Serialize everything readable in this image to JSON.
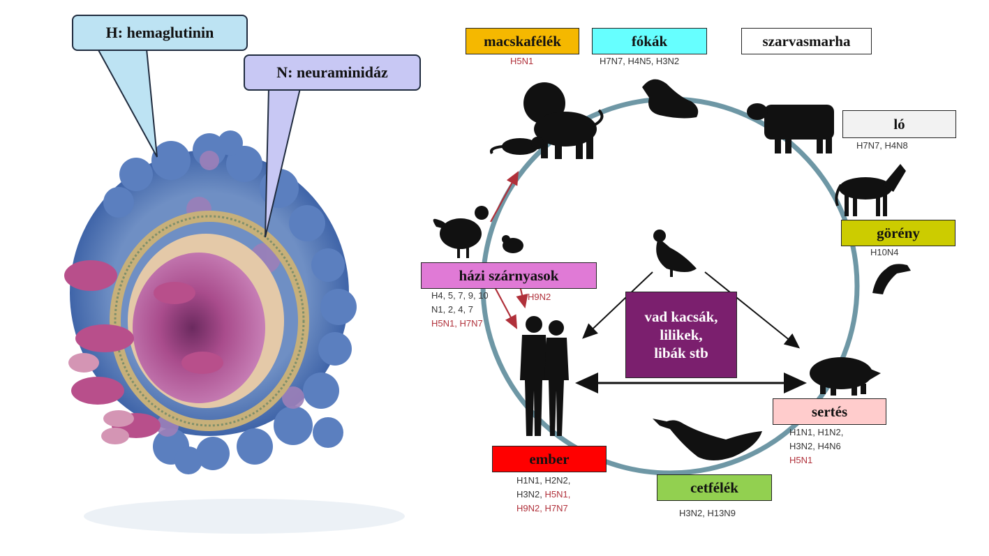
{
  "callouts": {
    "hemagglutinin": "H: hemaglutinin",
    "neuraminidase": "N: neuraminidáz"
  },
  "hosts": {
    "felines": {
      "label": "macskafélék",
      "color": "#f5b800",
      "subtypes_red": "H5N1"
    },
    "seals": {
      "label": "fókák",
      "color": "#66ffff",
      "subtypes": "H7N7, H4N5, H3N2"
    },
    "cattle": {
      "label": "szarvasmarha",
      "color": "#ffffff"
    },
    "horse": {
      "label": "ló",
      "color": "#f2f2f2",
      "subtypes": "H7N7, H4N8"
    },
    "ferret": {
      "label": "görény",
      "color": "#cccc00",
      "subtypes": "H10N4"
    },
    "poultry": {
      "label": "házi szárnyasok",
      "color": "#e07ad6",
      "line1": "H4, 5, 7, 9, 10",
      "line2": "N1, 2, 4, 7",
      "line3_red": "H5N1, H7N7",
      "extra_red": "H9N2"
    },
    "wild_birds": {
      "line1": "vad kacsák,",
      "line2": "lilikek,",
      "line3": "libák stb",
      "color": "#7b1f6e"
    },
    "pig": {
      "label": "sertés",
      "color": "#ffcccc",
      "line1": "H1N1, H1N2,",
      "line2": "H3N2, H4N6",
      "line3_red": "H5N1"
    },
    "human": {
      "label": "ember",
      "color": "#ff0000",
      "line1": "H1N1, H2N2,",
      "line2a": "H3N2, ",
      "line2b_red": "H5N1,",
      "line3_red": "H9N2, H7N7"
    },
    "cetaceans": {
      "label": "cetfélék",
      "color": "#92d050",
      "subtypes": "H3N2, H13N9"
    }
  },
  "icons": [
    "virus-icon",
    "lion-icon",
    "cat-icon",
    "seal-icon",
    "cow-icon",
    "horse-icon",
    "ferret-icon",
    "rooster-icon",
    "quail-icon",
    "duck-icon",
    "human-icon",
    "pig-icon",
    "whale-icon"
  ]
}
